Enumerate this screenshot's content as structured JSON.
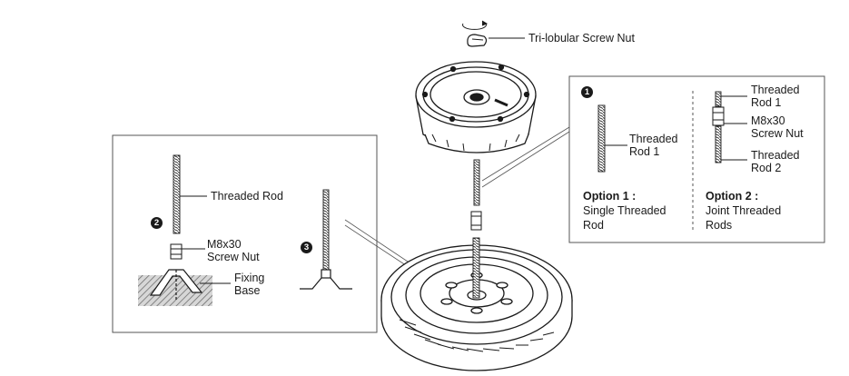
{
  "labels": {
    "tri_lobular_nut": "Tri-lobular Screw Nut",
    "threaded_rod": "Threaded Rod",
    "m8x30_nut_line1": "M8x30",
    "m8x30_nut_line2": "Screw Nut",
    "fixing_base_line1": "Fixing",
    "fixing_base_line2": "Base"
  },
  "steps": {
    "one": "1",
    "two": "2",
    "three": "3"
  },
  "option1": {
    "rod_line1": "Threaded",
    "rod_line2": "Rod 1",
    "title": "Option 1 :",
    "desc_line1": "Single Threaded",
    "desc_line2": "Rod"
  },
  "option2": {
    "rod1_line1": "Threaded",
    "rod1_line2": "Rod 1",
    "nut_line1": "M8x30",
    "nut_line2": "Screw Nut",
    "rod2_line1": "Threaded",
    "rod2_line2": "Rod 2",
    "title": "Option 2 :",
    "desc_line1": "Joint Threaded",
    "desc_line2": "Rods"
  },
  "colors": {
    "line": "#1a1a1a",
    "hatch": "#888888",
    "panel_border": "#555555"
  }
}
